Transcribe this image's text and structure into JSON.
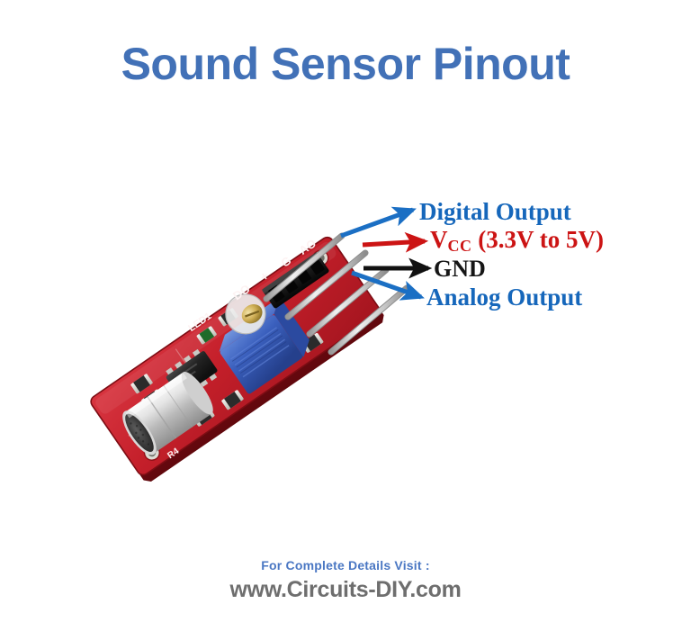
{
  "page": {
    "title": "Sound Sensor Pinout",
    "background_color": "#ffffff",
    "title_color": "#4271b7"
  },
  "diagram": {
    "subject": "sound-sensor-module",
    "board_color": "#c0202a",
    "board_silkscreen": [
      {
        "name": "silk-do",
        "text": "DO"
      },
      {
        "name": "silk-plus",
        "text": "+"
      },
      {
        "name": "silk-g",
        "text": "G"
      },
      {
        "name": "silk-ao",
        "text": "AO"
      },
      {
        "name": "silk-led1",
        "text": "LED1"
      }
    ],
    "components": [
      {
        "name": "electret-microphone",
        "label": "Electret Microphone"
      },
      {
        "name": "comparator-ic",
        "label": "LM393 Comparator IC"
      },
      {
        "name": "trim-potentiometer",
        "label": "Sensitivity Potentiometer"
      },
      {
        "name": "pin-header",
        "label": "4-Pin Header"
      }
    ],
    "pin_labels": [
      {
        "key": "digital_output",
        "text": "Digital Output",
        "color": "#1667bb",
        "arrow_color": "#1b6fc4"
      },
      {
        "key": "vcc",
        "text_main": "V",
        "text_sub": "CC",
        "text_tail": " (3.3V to 5V)",
        "color": "#cc1414",
        "arrow_color": "#cc1414"
      },
      {
        "key": "gnd",
        "text": "GND",
        "color": "#151515",
        "arrow_color": "#111111"
      },
      {
        "key": "analog_output",
        "text": "Analog Output",
        "color": "#1667bb",
        "arrow_color": "#1b6fc4"
      }
    ]
  },
  "footer": {
    "tagline": "For Complete Details Visit :",
    "tagline_color": "#4a77c3",
    "website": "www.Circuits-DIY.com",
    "website_color": "#6e6e6e"
  }
}
